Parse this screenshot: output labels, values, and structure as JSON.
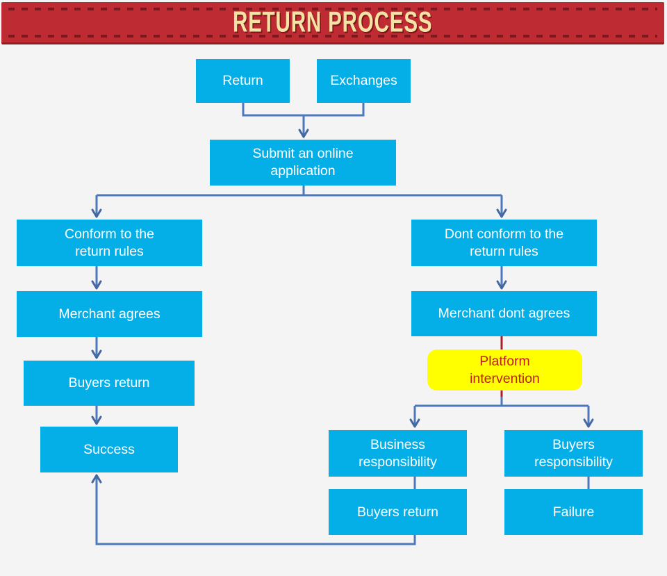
{
  "header": {
    "title": "RETURN PROCESS"
  },
  "nodes": {
    "return": {
      "label": "Return"
    },
    "exchanges": {
      "label": "Exchanges"
    },
    "submit": {
      "label": "Submit an online\napplication"
    },
    "conform": {
      "label": "Conform to the\nreturn rules"
    },
    "dont_conform": {
      "label": "Dont conform to the\nreturn rules"
    },
    "merchant_agrees": {
      "label": "Merchant agrees"
    },
    "merchant_dont_agrees": {
      "label": "Merchant dont agrees"
    },
    "platform_intervention": {
      "label": "Platform\nintervention"
    },
    "buyers_return_left": {
      "label": "Buyers return"
    },
    "success": {
      "label": "Success"
    },
    "business_responsibility": {
      "label": "Business\nresponsibility"
    },
    "buyers_responsibility": {
      "label": "Buyers\nresponsibility"
    },
    "buyers_return_bottom": {
      "label": "Buyers return"
    },
    "failure": {
      "label": "Failure"
    }
  },
  "edges": [
    {
      "from": "return",
      "to": "submit"
    },
    {
      "from": "exchanges",
      "to": "submit"
    },
    {
      "from": "submit",
      "to": "conform"
    },
    {
      "from": "submit",
      "to": "dont_conform"
    },
    {
      "from": "conform",
      "to": "merchant_agrees"
    },
    {
      "from": "merchant_agrees",
      "to": "buyers_return_left"
    },
    {
      "from": "buyers_return_left",
      "to": "success"
    },
    {
      "from": "dont_conform",
      "to": "merchant_dont_agrees"
    },
    {
      "from": "merchant_dont_agrees",
      "to": "platform_intervention",
      "style": "red"
    },
    {
      "from": "platform_intervention",
      "to": "business_responsibility"
    },
    {
      "from": "platform_intervention",
      "to": "buyers_responsibility"
    },
    {
      "from": "business_responsibility",
      "to": "buyers_return_bottom"
    },
    {
      "from": "buyers_responsibility",
      "to": "failure"
    },
    {
      "from": "buyers_return_bottom",
      "to": "success"
    }
  ],
  "colors": {
    "banner_red": "#bf2b32",
    "banner_dash": "#7c171d",
    "title_gold": "#f3e3a5",
    "node_cyan": "#04afe8",
    "node_text": "#ffffff",
    "highlight_yellow": "#ffff00",
    "highlight_text": "#c0201c",
    "connector_blue": "#4d78bd",
    "arrowhead_blue": "#44679f",
    "connector_red": "#a6202b",
    "background": "#f4f4f5"
  }
}
